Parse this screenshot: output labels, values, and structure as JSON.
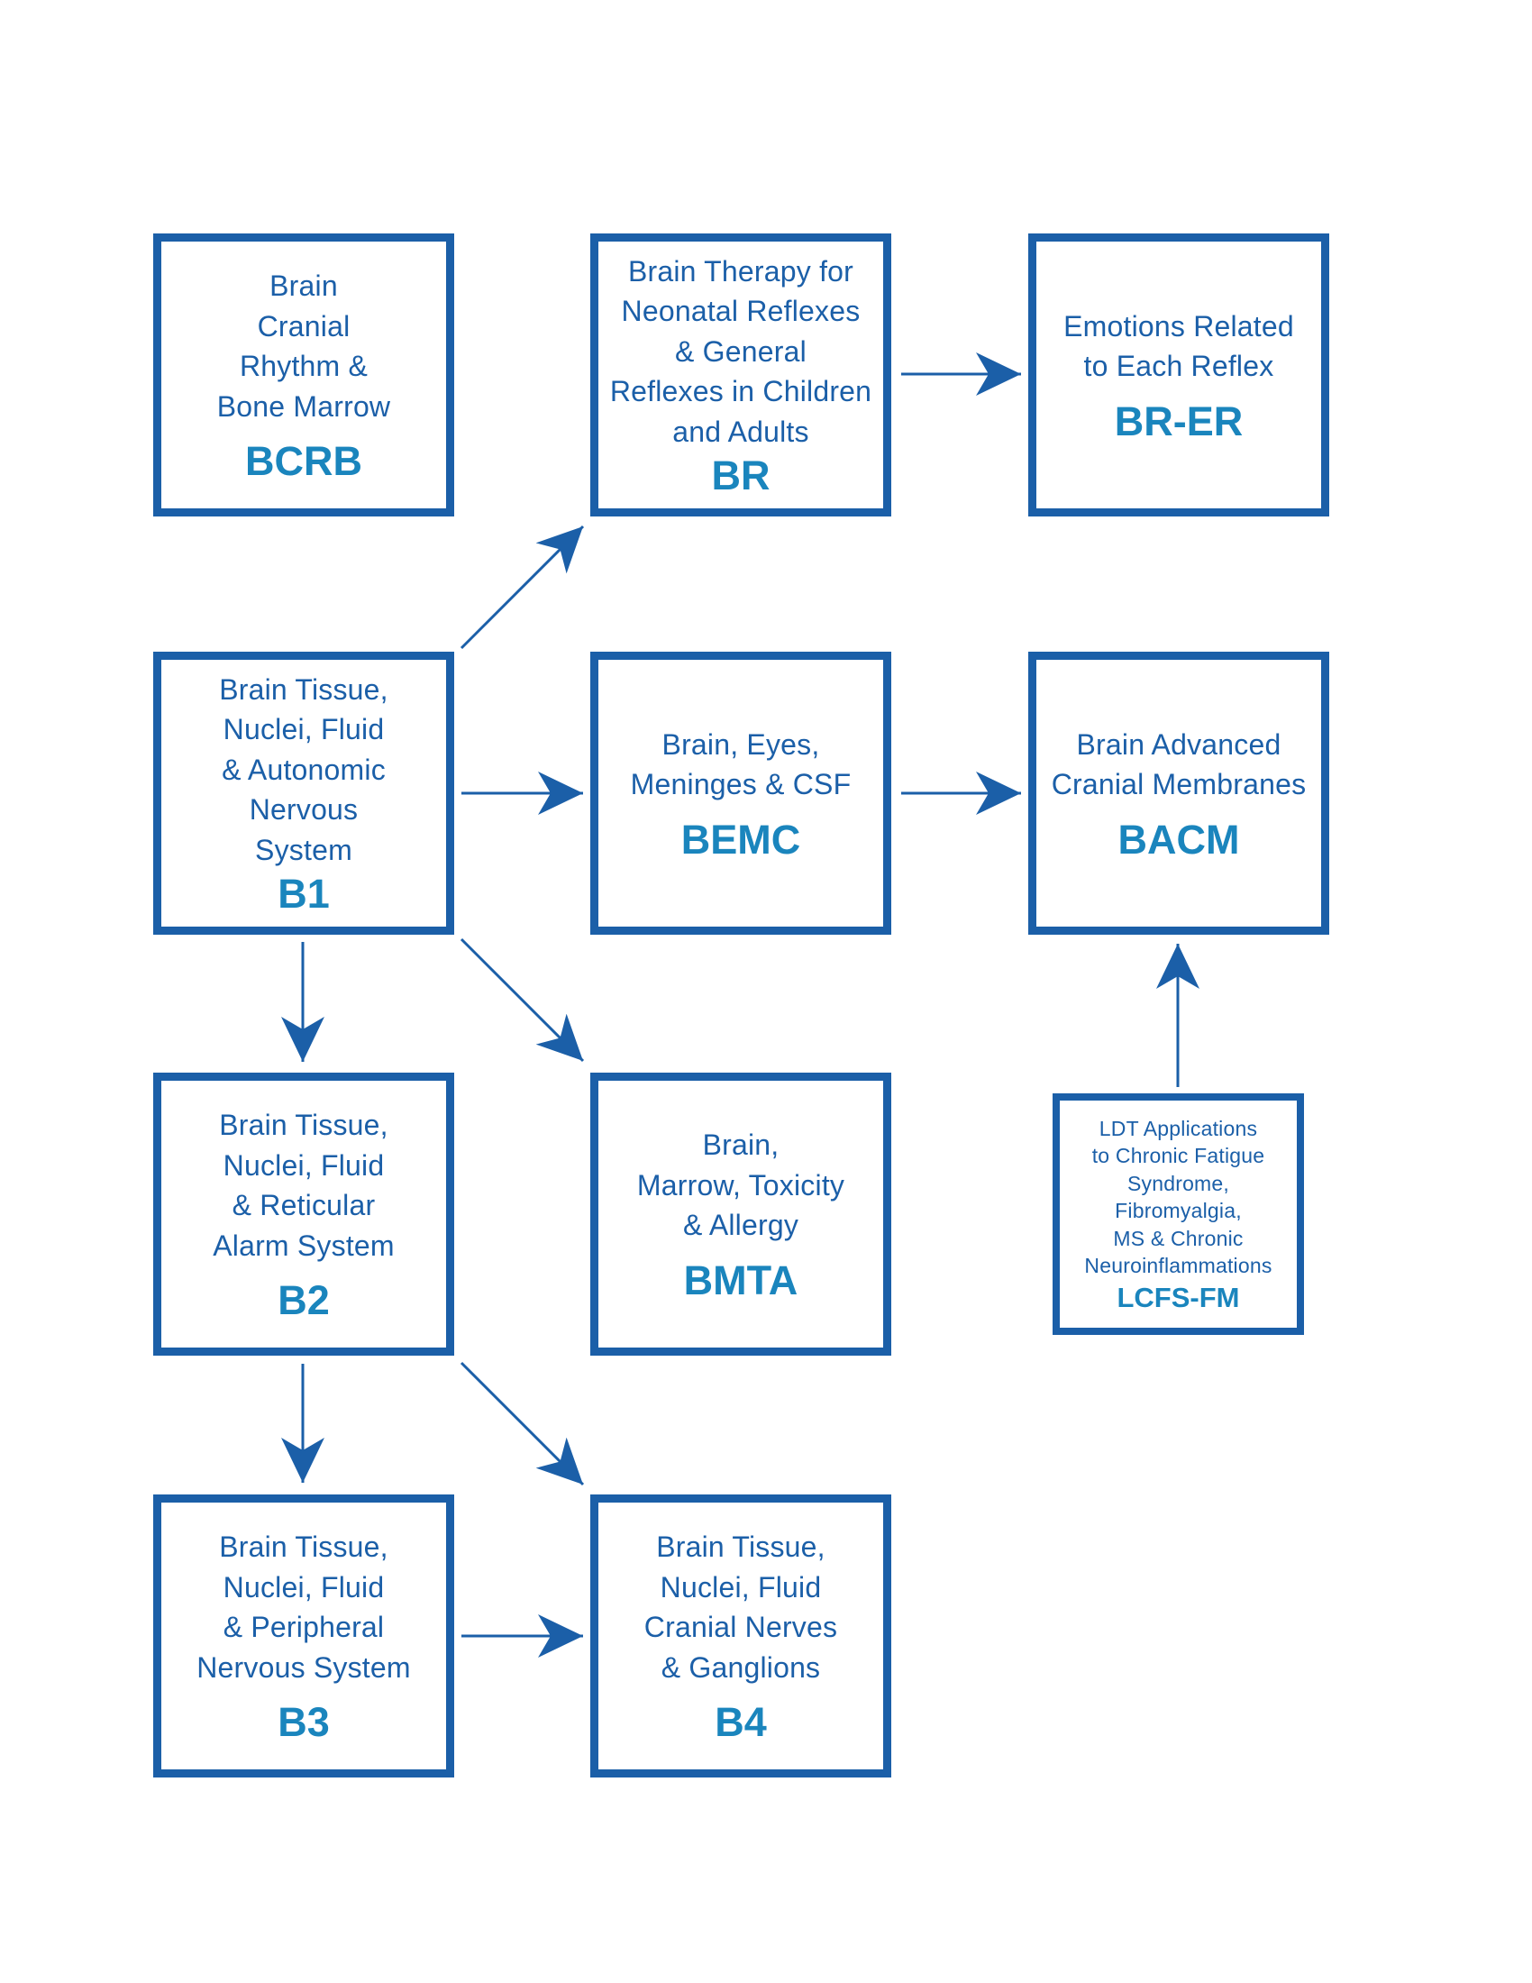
{
  "colors": {
    "border": "#1b5fa8",
    "text": "#1b5fa8",
    "code": "#1a85bd",
    "arrow": "#1b5fa8",
    "background": "#ffffff"
  },
  "boxes": {
    "bcrb": {
      "lines": [
        "Brain",
        "Cranial",
        "Rhythm &",
        "Bone Marrow"
      ],
      "code": "BCRB"
    },
    "br": {
      "lines": [
        "Brain Therapy for",
        "Neonatal Reflexes",
        "& General",
        "Reflexes in Children",
        "and Adults"
      ],
      "code": "BR"
    },
    "brer": {
      "lines": [
        "Emotions Related",
        "to Each Reflex"
      ],
      "code": "BR-ER"
    },
    "b1": {
      "lines": [
        "Brain Tissue,",
        "Nuclei, Fluid",
        "& Autonomic",
        "Nervous",
        "System"
      ],
      "code": "B1"
    },
    "bemc": {
      "lines": [
        "Brain, Eyes,",
        "Meninges & CSF"
      ],
      "code": "BEMC"
    },
    "bacm": {
      "lines": [
        "Brain Advanced",
        "Cranial Membranes"
      ],
      "code": "BACM"
    },
    "b2": {
      "lines": [
        "Brain Tissue,",
        "Nuclei, Fluid",
        "& Reticular",
        "Alarm System"
      ],
      "code": "B2"
    },
    "bmta": {
      "lines": [
        "Brain,",
        "Marrow, Toxicity",
        "& Allergy"
      ],
      "code": "BMTA"
    },
    "lcfs": {
      "lines": [
        "LDT Applications",
        "to Chronic Fatigue",
        "Syndrome,",
        "Fibromyalgia,",
        "MS & Chronic",
        "Neuroinflammations"
      ],
      "code": "LCFS-FM"
    },
    "b3": {
      "lines": [
        "Brain Tissue,",
        "Nuclei, Fluid",
        "& Peripheral",
        "Nervous System"
      ],
      "code": "B3"
    },
    "b4": {
      "lines": [
        "Brain Tissue,",
        "Nuclei, Fluid",
        "Cranial Nerves",
        "& Ganglions"
      ],
      "code": "B4"
    }
  },
  "connectors": [
    {
      "from": "b1",
      "to": "br"
    },
    {
      "from": "br",
      "to": "brer"
    },
    {
      "from": "b1",
      "to": "bemc"
    },
    {
      "from": "bemc",
      "to": "bacm"
    },
    {
      "from": "b1",
      "to": "b2"
    },
    {
      "from": "b1",
      "to": "bmta"
    },
    {
      "from": "lcfs",
      "to": "bacm"
    },
    {
      "from": "b2",
      "to": "b3"
    },
    {
      "from": "b2",
      "to": "b4"
    },
    {
      "from": "b3",
      "to": "b4"
    }
  ]
}
